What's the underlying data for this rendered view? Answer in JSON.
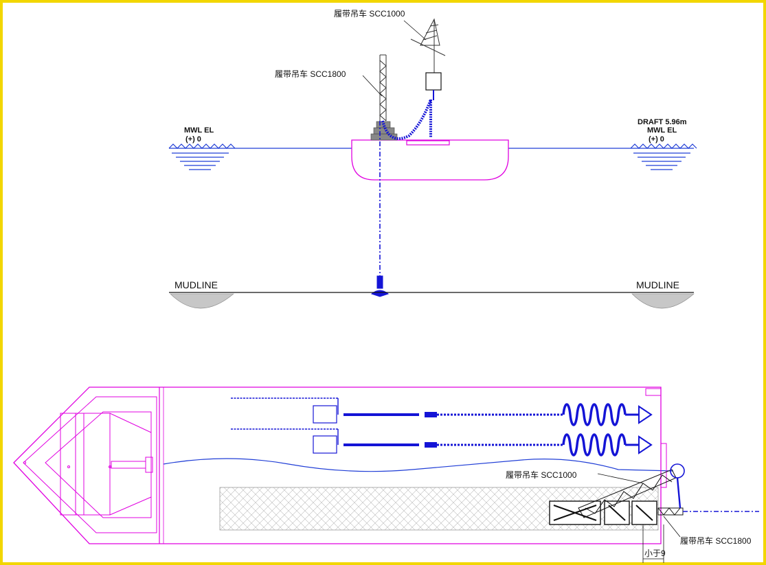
{
  "colors": {
    "frame": "#f2d600",
    "vessel": "#e000e0",
    "chain": "#1414d6",
    "water": "#1f3dd6",
    "line": "#111111",
    "hatch": "#bbbbbb"
  },
  "labels": {
    "crane_scc1000_top": "履带吊车 SCC1000",
    "crane_scc1800_top": "履带吊车 SCC1800",
    "crane_scc1000_plan": "履带吊车 SCC1000",
    "crane_scc1800_plan": "履带吊车 SCC1800",
    "dimension_plan": "小于9"
  },
  "water_left": {
    "line1": "MWL EL",
    "line2": "(+) 0"
  },
  "water_right": {
    "draft": "DRAFT 5.96m",
    "line1": "MWL EL",
    "line2": "(+) 0"
  },
  "mudline": {
    "left": "MUDLINE",
    "right": "MUDLINE"
  }
}
